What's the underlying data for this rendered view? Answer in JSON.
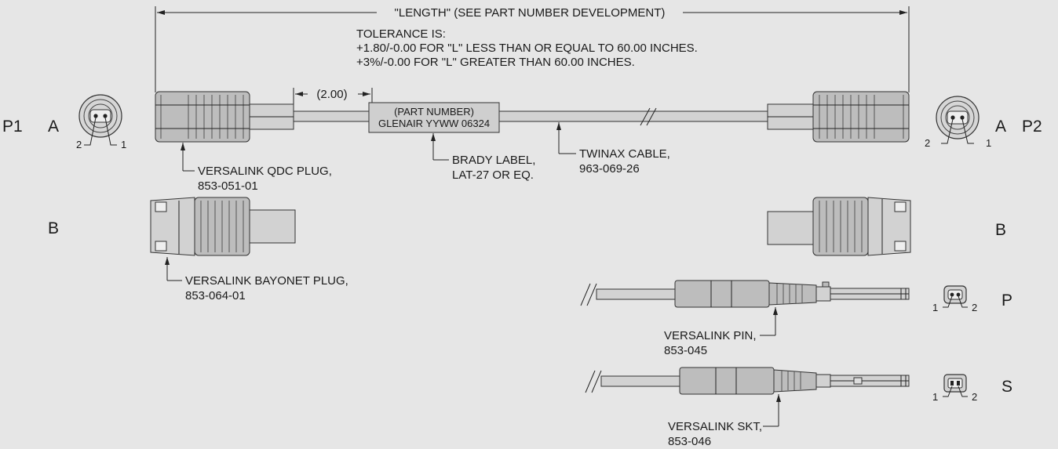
{
  "dimension": {
    "length_label": "\"LENGTH\" (SEE PART NUMBER DEVELOPMENT)",
    "boot_length": "(2.00)"
  },
  "tolerance": {
    "line1": "TOLERANCE IS:",
    "line2": "+1.80/-0.00 FOR \"L\" LESS THAN OR EQUAL TO 60.00 INCHES.",
    "line3": "+3%/-0.00 FOR \"L\" GREATER THAN 60.00 INCHES."
  },
  "label_box": {
    "line1": "(PART NUMBER)",
    "line2": "GLENAIR YYWW 06324"
  },
  "ends": {
    "p1": "P1",
    "p2": "P2",
    "a": "A",
    "b": "B",
    "p": "P",
    "s": "S"
  },
  "pins": {
    "one": "1",
    "two": "2"
  },
  "callouts": {
    "qdc_plug": [
      "VERSALINK QDC PLUG,",
      "853-051-01"
    ],
    "bayonet_plug": [
      "VERSALINK BAYONET PLUG,",
      "853-064-01"
    ],
    "brady_label": [
      "BRADY LABEL,",
      "LAT-27 OR EQ."
    ],
    "twinax_cable": [
      "TWINAX CABLE,",
      "963-069-26"
    ],
    "pin": [
      "VERSALINK PIN,",
      "853-045"
    ],
    "skt": [
      "VERSALINK SKT,",
      "853-046"
    ]
  }
}
